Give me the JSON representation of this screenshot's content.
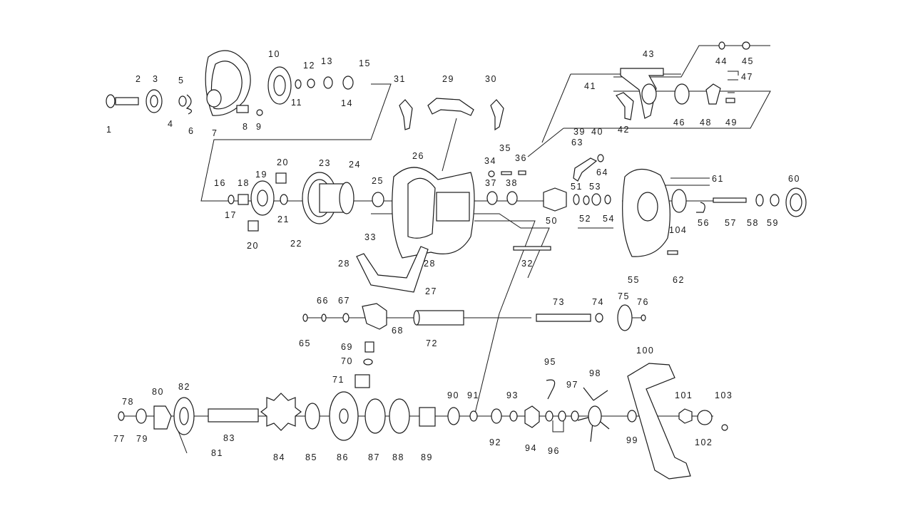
{
  "diagram": {
    "ink": "#1a1a1a",
    "fill": "#ffffff",
    "parts": [
      {
        "id": "p1",
        "label": "1"
      },
      {
        "id": "p2",
        "label": "2"
      },
      {
        "id": "p3",
        "label": "3"
      },
      {
        "id": "p4",
        "label": "4"
      },
      {
        "id": "p5",
        "label": "5"
      },
      {
        "id": "p6",
        "label": "6"
      },
      {
        "id": "p7",
        "label": "7"
      },
      {
        "id": "p8",
        "label": "8"
      },
      {
        "id": "p9",
        "label": "9"
      },
      {
        "id": "p10",
        "label": "10"
      },
      {
        "id": "p11",
        "label": "11"
      },
      {
        "id": "p12",
        "label": "12"
      },
      {
        "id": "p13",
        "label": "13"
      },
      {
        "id": "p14",
        "label": "14"
      },
      {
        "id": "p15",
        "label": "15"
      },
      {
        "id": "p16",
        "label": "16"
      },
      {
        "id": "p17",
        "label": "17"
      },
      {
        "id": "p18",
        "label": "18"
      },
      {
        "id": "p19",
        "label": "19"
      },
      {
        "id": "p20a",
        "label": "20"
      },
      {
        "id": "p20b",
        "label": "20"
      },
      {
        "id": "p21",
        "label": "21"
      },
      {
        "id": "p22",
        "label": "22"
      },
      {
        "id": "p23",
        "label": "23"
      },
      {
        "id": "p24",
        "label": "24"
      },
      {
        "id": "p25",
        "label": "25"
      },
      {
        "id": "p26",
        "label": "26"
      },
      {
        "id": "p27",
        "label": "27"
      },
      {
        "id": "p28a",
        "label": "28"
      },
      {
        "id": "p28b",
        "label": "28"
      },
      {
        "id": "p29",
        "label": "29"
      },
      {
        "id": "p30",
        "label": "30"
      },
      {
        "id": "p31",
        "label": "31"
      },
      {
        "id": "p32",
        "label": "32"
      },
      {
        "id": "p33",
        "label": "33"
      },
      {
        "id": "p34",
        "label": "34"
      },
      {
        "id": "p35",
        "label": "35"
      },
      {
        "id": "p36",
        "label": "36"
      },
      {
        "id": "p37",
        "label": "37"
      },
      {
        "id": "p38",
        "label": "38"
      },
      {
        "id": "p39",
        "label": "39"
      },
      {
        "id": "p40",
        "label": "40"
      },
      {
        "id": "p41",
        "label": "41"
      },
      {
        "id": "p42",
        "label": "42"
      },
      {
        "id": "p43",
        "label": "43"
      },
      {
        "id": "p44",
        "label": "44"
      },
      {
        "id": "p45",
        "label": "45"
      },
      {
        "id": "p46",
        "label": "46"
      },
      {
        "id": "p47",
        "label": "47"
      },
      {
        "id": "p48",
        "label": "48"
      },
      {
        "id": "p49",
        "label": "49"
      },
      {
        "id": "p50",
        "label": "50"
      },
      {
        "id": "p51",
        "label": "51"
      },
      {
        "id": "p52",
        "label": "52"
      },
      {
        "id": "p53",
        "label": "53"
      },
      {
        "id": "p54",
        "label": "54"
      },
      {
        "id": "p55",
        "label": "55"
      },
      {
        "id": "p56",
        "label": "56"
      },
      {
        "id": "p57",
        "label": "57"
      },
      {
        "id": "p58",
        "label": "58"
      },
      {
        "id": "p59",
        "label": "59"
      },
      {
        "id": "p60",
        "label": "60"
      },
      {
        "id": "p61",
        "label": "61"
      },
      {
        "id": "p62",
        "label": "62"
      },
      {
        "id": "p63",
        "label": "63"
      },
      {
        "id": "p64",
        "label": "64"
      },
      {
        "id": "p65",
        "label": "65"
      },
      {
        "id": "p66",
        "label": "66"
      },
      {
        "id": "p67",
        "label": "67"
      },
      {
        "id": "p68",
        "label": "68"
      },
      {
        "id": "p69",
        "label": "69"
      },
      {
        "id": "p70",
        "label": "70"
      },
      {
        "id": "p71",
        "label": "71"
      },
      {
        "id": "p72",
        "label": "72"
      },
      {
        "id": "p73",
        "label": "73"
      },
      {
        "id": "p74",
        "label": "74"
      },
      {
        "id": "p75",
        "label": "75"
      },
      {
        "id": "p76",
        "label": "76"
      },
      {
        "id": "p77",
        "label": "77"
      },
      {
        "id": "p78",
        "label": "78"
      },
      {
        "id": "p79",
        "label": "79"
      },
      {
        "id": "p80",
        "label": "80"
      },
      {
        "id": "p81",
        "label": "81"
      },
      {
        "id": "p82",
        "label": "82"
      },
      {
        "id": "p83",
        "label": "83"
      },
      {
        "id": "p84",
        "label": "84"
      },
      {
        "id": "p85",
        "label": "85"
      },
      {
        "id": "p86",
        "label": "86"
      },
      {
        "id": "p87",
        "label": "87"
      },
      {
        "id": "p88",
        "label": "88"
      },
      {
        "id": "p89",
        "label": "89"
      },
      {
        "id": "p90",
        "label": "90"
      },
      {
        "id": "p91",
        "label": "91"
      },
      {
        "id": "p92",
        "label": "92"
      },
      {
        "id": "p93",
        "label": "93"
      },
      {
        "id": "p94",
        "label": "94"
      },
      {
        "id": "p95",
        "label": "95"
      },
      {
        "id": "p96",
        "label": "96"
      },
      {
        "id": "p97",
        "label": "97"
      },
      {
        "id": "p98",
        "label": "98"
      },
      {
        "id": "p99",
        "label": "99"
      },
      {
        "id": "p100",
        "label": "100"
      },
      {
        "id": "p101",
        "label": "101"
      },
      {
        "id": "p102",
        "label": "102"
      },
      {
        "id": "p103",
        "label": "103"
      },
      {
        "id": "p104",
        "label": "104"
      }
    ]
  }
}
